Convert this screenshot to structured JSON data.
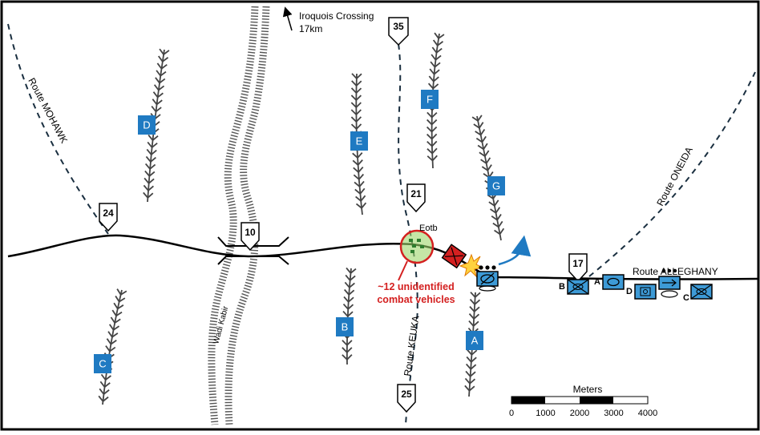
{
  "routes": {
    "mohawk": "Route MOHAWK",
    "oneida": "Route ONEIDA",
    "keuka": "Route KEUKA",
    "alleghany": "Route ALLEGHANY"
  },
  "wadi": "Wadi Kabir",
  "crossing": {
    "line1": "Iroquois Crossing",
    "line2": "17km"
  },
  "checkpoints": {
    "cp35": "35",
    "cp24": "24",
    "cp10": "10",
    "cp21": "21",
    "cp17": "17",
    "cp25": "25"
  },
  "ridges": {
    "a": "A",
    "b": "B",
    "c": "C",
    "d": "D",
    "e": "E",
    "f": "F",
    "g": "G"
  },
  "enemy": {
    "label": "Eotb",
    "note_line1": "~12 unidentified",
    "note_line2": "combat vehicles"
  },
  "units": {
    "b": "B",
    "a": "A",
    "d": "D",
    "c": "C"
  },
  "scale": {
    "title": "Meters",
    "ticks": [
      "0",
      "1000",
      "2000",
      "3000",
      "4000"
    ]
  },
  "colors": {
    "ridge_box": "#1f7ac2",
    "enemy_ring": "#d42020",
    "enemy_fill": "#9fd66a",
    "friendly_fill": "#3d9ad6",
    "arrow": "#1f7ac2"
  }
}
